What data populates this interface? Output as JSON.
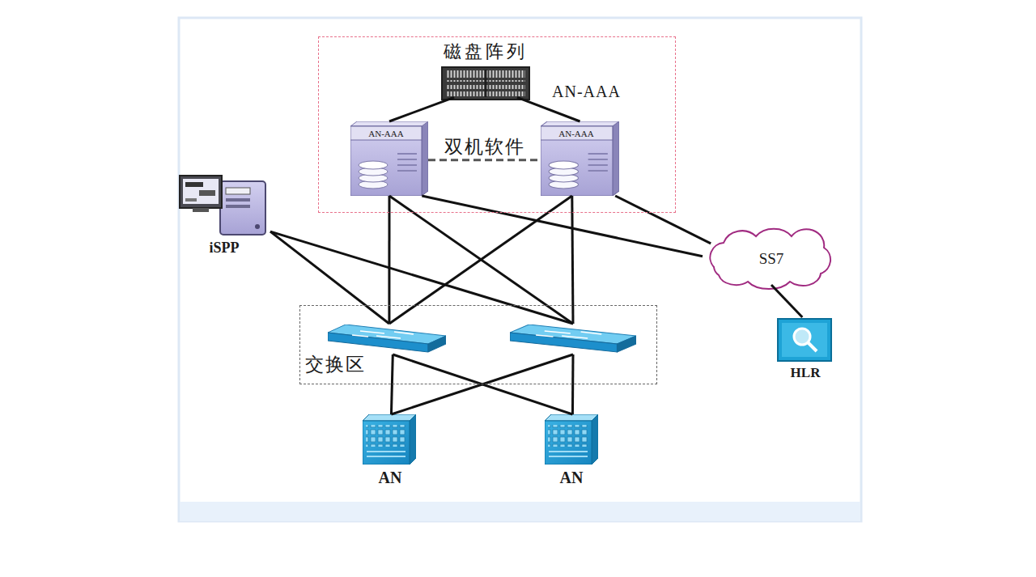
{
  "diagram": {
    "nodes": [
      {
        "text": [
          "AN-AAA"
        ]
      },
      {
        "text": [
          "磁盘阵列"
        ],
        "in": 0
      },
      {
        "text": [
          "AN-AAA"
        ],
        "in": 0
      },
      {
        "text": [
          "AN-AAA"
        ],
        "in": 0
      },
      {
        "text": [
          "iSPP"
        ]
      },
      {
        "text": [
          "SS7"
        ]
      },
      {
        "text": [
          "交换区"
        ]
      },
      {
        "text": [],
        "in": 6
      },
      {
        "text": [],
        "in": 6
      },
      {
        "text": [
          "AN"
        ]
      },
      {
        "text": [
          "AN"
        ]
      },
      {
        "text": [
          "HLR"
        ]
      }
    ],
    "edges": [
      {
        "from": 1,
        "to": 2,
        "arrow": "none"
      },
      {
        "from": 1,
        "to": 3,
        "arrow": "none"
      },
      {
        "from": 2,
        "to": 3,
        "label": "双机软件",
        "arrow": "none"
      },
      {
        "from": 2,
        "to": 7,
        "arrow": "none"
      },
      {
        "from": 2,
        "to": 8,
        "arrow": "none"
      },
      {
        "from": 3,
        "to": 7,
        "arrow": "none"
      },
      {
        "from": 3,
        "to": 8,
        "arrow": "none"
      },
      {
        "from": 2,
        "to": 5,
        "arrow": "none"
      },
      {
        "from": 3,
        "to": 5,
        "arrow": "none"
      },
      {
        "from": 4,
        "to": 7,
        "arrow": "none"
      },
      {
        "from": 4,
        "to": 8,
        "arrow": "none"
      },
      {
        "from": 7,
        "to": 9,
        "arrow": "none"
      },
      {
        "from": 7,
        "to": 10,
        "arrow": "none"
      },
      {
        "from": 8,
        "to": 9,
        "arrow": "none"
      },
      {
        "from": 8,
        "to": 10,
        "arrow": "none"
      },
      {
        "from": 5,
        "to": 11,
        "arrow": "none"
      }
    ]
  }
}
